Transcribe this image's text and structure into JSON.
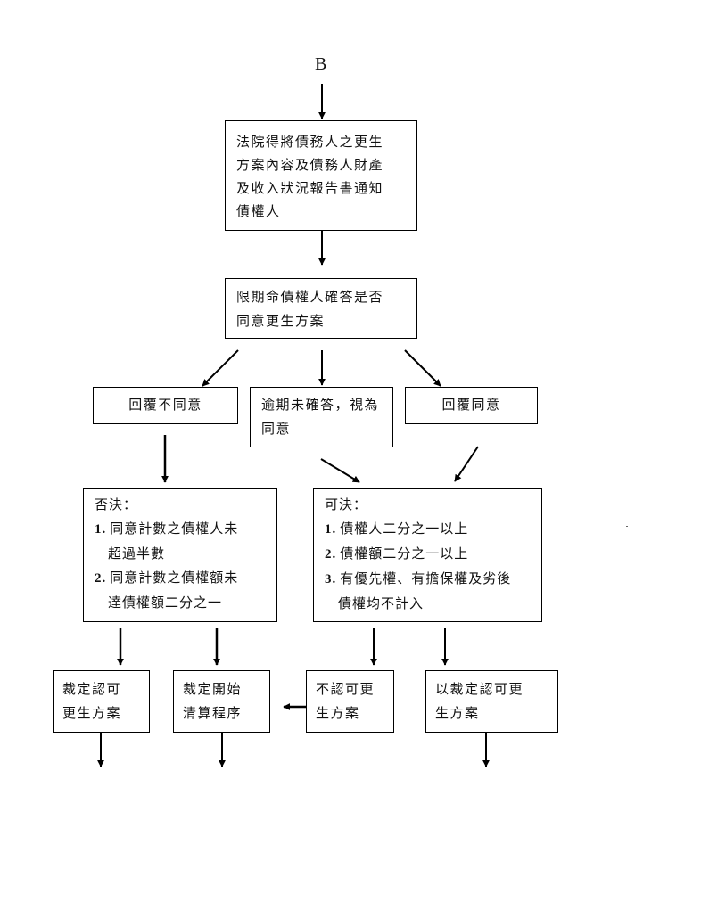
{
  "start_label": "B",
  "step1": {
    "lines": [
      "法院得將債務人之更生",
      "方案內容及債務人財產",
      "及收入狀況報告書通知",
      "債權人"
    ]
  },
  "step2": {
    "lines": [
      "限期命債權人確答是否",
      "同意更生方案"
    ]
  },
  "reply_disagree": {
    "text": "回覆不同意"
  },
  "overdue": {
    "lines": [
      "逾期未確答，視為",
      "同意"
    ]
  },
  "reply_agree": {
    "text": "回覆同意"
  },
  "rejected": {
    "title": "否決：",
    "items": [
      {
        "num": "1.",
        "lines": [
          "同意計數之債權人未",
          "超過半數"
        ]
      },
      {
        "num": "2.",
        "lines": [
          "同意計數之債權額未",
          "達債權額二分之一"
        ]
      }
    ]
  },
  "approved": {
    "title": "可決：",
    "items": [
      {
        "num": "1.",
        "lines": [
          "債權人二分之一以上"
        ]
      },
      {
        "num": "2.",
        "lines": [
          "債權額二分之一以上"
        ]
      },
      {
        "num": "3.",
        "lines": [
          "有優先權、有擔保權及劣後",
          "債權均不計入"
        ]
      }
    ]
  },
  "outcome_a": {
    "lines": [
      "裁定認可",
      "更生方案"
    ]
  },
  "outcome_b": {
    "lines": [
      "裁定開始",
      "清算程序"
    ]
  },
  "outcome_c": {
    "lines": [
      "不認可更",
      "生方案"
    ]
  },
  "outcome_d": {
    "lines": [
      "以裁定認可更",
      "生方案"
    ]
  }
}
